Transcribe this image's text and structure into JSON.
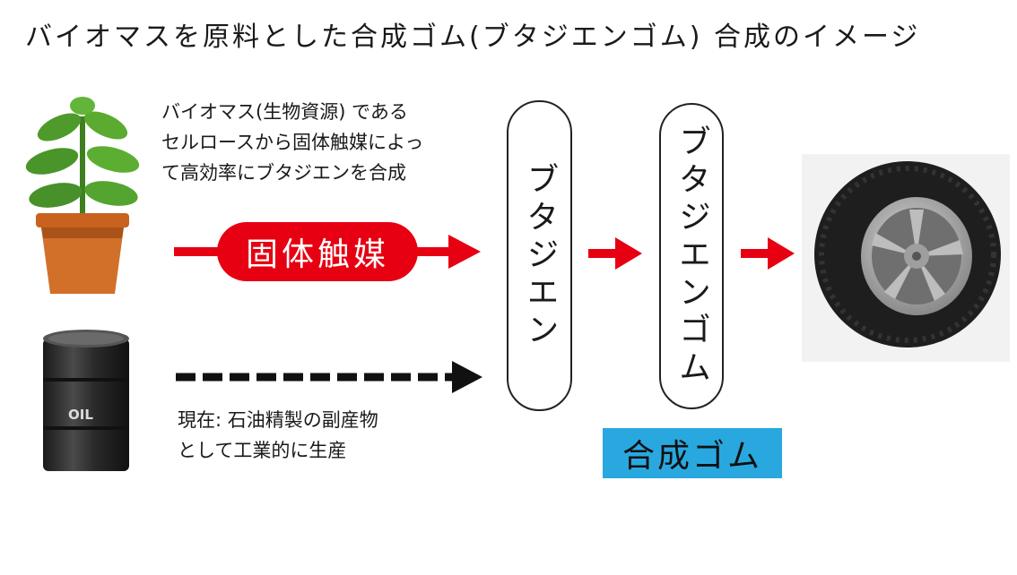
{
  "title": "バイオマスを原料とした合成ゴム(ブタジエンゴム) 合成のイメージ",
  "biomass_description": "バイオマス(生物資源) である\nセルロースから固体触媒によっ\nて高効率にブタジエンを合成",
  "catalyst_label": "固体触媒",
  "butadiene_label": "ブタジエン",
  "butadiene_rubber_label": "ブタジエンゴム",
  "synthetic_rubber_label": "合成ゴム",
  "current_method": "現在: 石油精製の副産物\nとして工業的に生産",
  "oil_drum_text": "OIL",
  "icons": [
    "potted-plant-icon",
    "oil-drum-icon",
    "tire-icon",
    "arrow-icon"
  ],
  "colors": {
    "accent_red": "#e60012",
    "badge_blue": "#29a8e0"
  }
}
